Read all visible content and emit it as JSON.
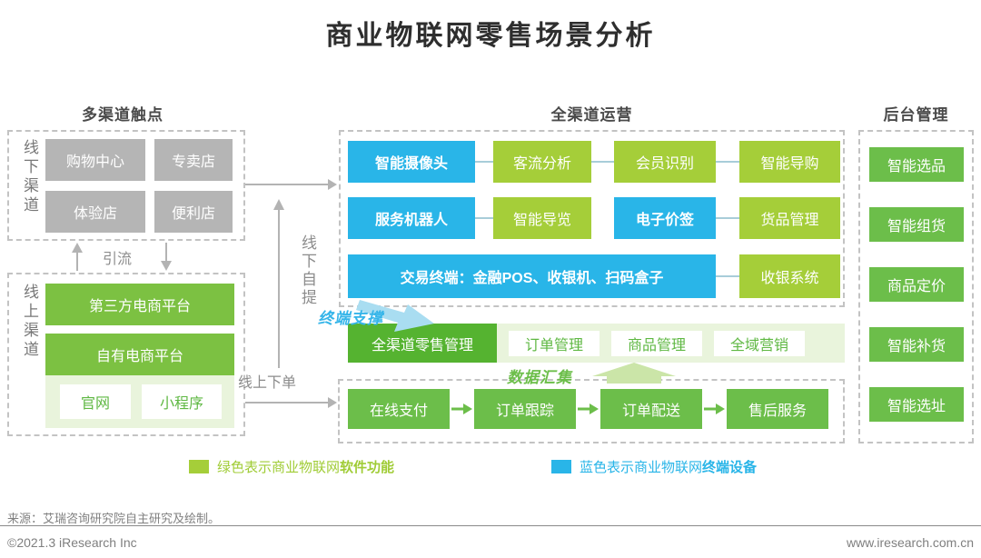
{
  "title": "商业物联网零售场景分析",
  "colors": {
    "blue": "#29b5e8",
    "yellow_green": "#a5ce39",
    "mid_green": "#7cc142",
    "green": "#6cbe4a",
    "dark_green": "#55b330",
    "gray_box": "#b5b5b5"
  },
  "touchpoints": {
    "header": "多渠道触点",
    "offline": {
      "side_label": "线下渠道",
      "boxes": [
        "购物中心",
        "专卖店",
        "体验店",
        "便利店"
      ]
    },
    "flow_label": "引流",
    "online": {
      "side_label": "线上渠道",
      "boxes": [
        "第三方电商平台",
        "自有电商平台"
      ],
      "sub_boxes": [
        "官网",
        "小程序"
      ]
    }
  },
  "connectors": {
    "offline_pickup": "线下自提",
    "online_order": "线上下单"
  },
  "omni": {
    "header": "全渠道运营",
    "row1": [
      "智能摄像头",
      "客流分析",
      "会员识别",
      "智能导购"
    ],
    "row2": [
      "服务机器人",
      "智能导览",
      "电子价签",
      "货品管理"
    ],
    "row3": [
      "交易终端：金融POS、收银机、扫码盒子",
      "收银系统"
    ],
    "terminal_support": "终端支撑",
    "row4": [
      "全渠道零售管理",
      "订单管理",
      "商品管理",
      "全域营销"
    ],
    "data_collect": "数据汇集",
    "row5": [
      "在线支付",
      "订单跟踪",
      "订单配送",
      "售后服务"
    ]
  },
  "backend": {
    "header": "后台管理",
    "boxes": [
      "智能选品",
      "智能组货",
      "商品定价",
      "智能补货",
      "智能选址"
    ]
  },
  "legend": {
    "green": {
      "prefix": "绿色表示商业物联网",
      "bold": "软件功能"
    },
    "blue": {
      "prefix": "蓝色表示商业物联网",
      "bold": "终端设备"
    }
  },
  "footer": {
    "source": "来源：艾瑞咨询研究院自主研究及绘制。",
    "copyright": "©2021.3 iResearch Inc",
    "website": "www.iresearch.com.cn"
  }
}
